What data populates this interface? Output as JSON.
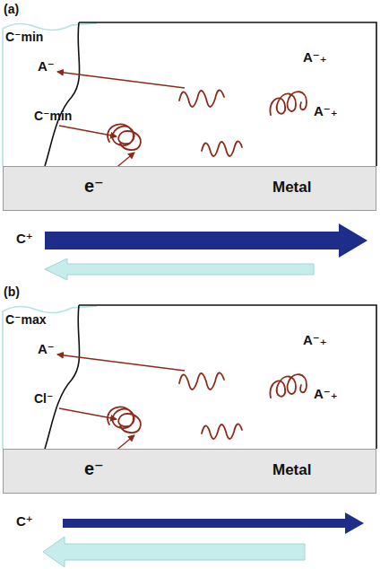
{
  "diagram": {
    "nodes": [
      {
        "text": [
          "Metal"
        ]
      },
      {
        "text": [
          "Metal"
        ]
      }
    ],
    "labels": [
      "(a)",
      "C⁻min",
      "A⁻",
      "C⁻min",
      "A⁻₊",
      "A⁻₊",
      "e⁻",
      "C⁺",
      "(b)",
      "C⁻max",
      "A⁻",
      "Cl⁻",
      "A⁻₊",
      "A⁻₊",
      "e⁻",
      "C⁺"
    ]
  }
}
